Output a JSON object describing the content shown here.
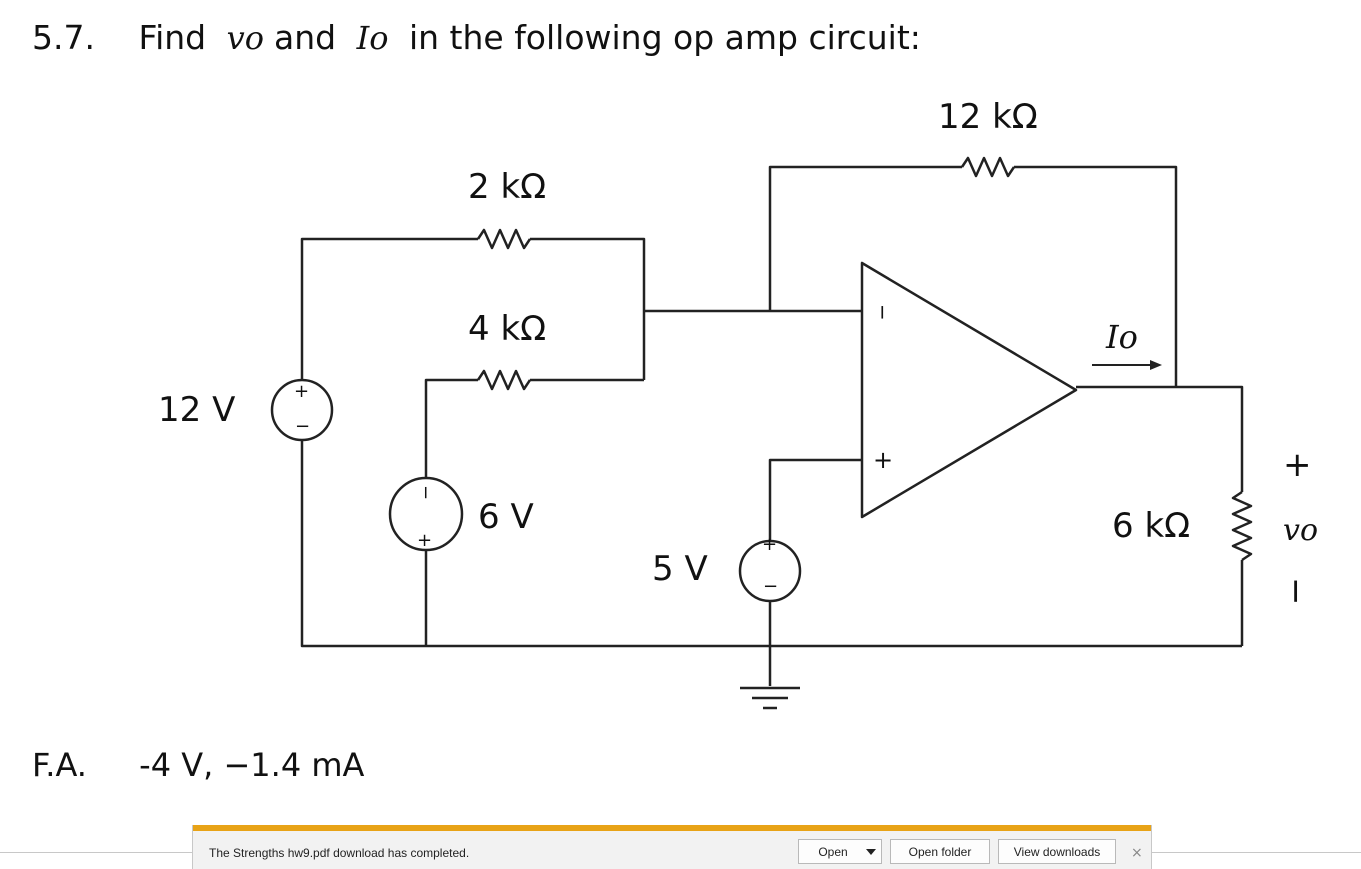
{
  "problem": {
    "number": "5.7.",
    "find": "Find",
    "var_vo": "vo",
    "and": "and",
    "var_io": "Io",
    "rest": "in the following op amp circuit:"
  },
  "answer": {
    "label": "F.A.",
    "value": "-4 V, −1.4 mA"
  },
  "circuit": {
    "r_feedback": "12 kΩ",
    "r_top": "2 kΩ",
    "r_mid": "4 kΩ",
    "r_load": "6 kΩ",
    "src_12v": "12 V",
    "src_6v": "6 V",
    "src_5v": "5 V",
    "current_label": "Io",
    "vo_label": "vo",
    "plus": "+",
    "minus": "−"
  },
  "download_bar": {
    "message": "The Strengths hw9.pdf download has completed.",
    "open_label": "Open",
    "open_folder_label": "Open folder",
    "view_downloads_label": "View downloads",
    "close_symbol": "×",
    "accent_color": "#e8a317"
  }
}
